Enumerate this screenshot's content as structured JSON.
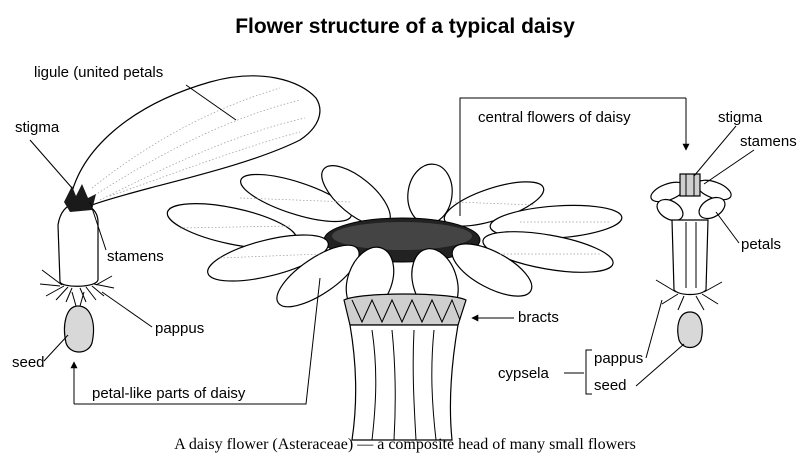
{
  "title": "Flower structure of a typical daisy",
  "caption": "A daisy flower (Asteraceae) — a composite head of many small flowers",
  "labels": {
    "ligule": "ligule (united petals",
    "stigma_left": "stigma",
    "stamens_left": "stamens",
    "pappus_left": "pappus",
    "seed_left": "seed",
    "petal_like": "petal-like parts of daisy",
    "central_flowers": "central flowers of daisy",
    "bracts": "bracts",
    "stigma_right": "stigma",
    "stamens_right": "stamens",
    "petals": "petals",
    "cypsela": "cypsela",
    "pappus_right": "pappus",
    "seed_right": "seed"
  }
}
